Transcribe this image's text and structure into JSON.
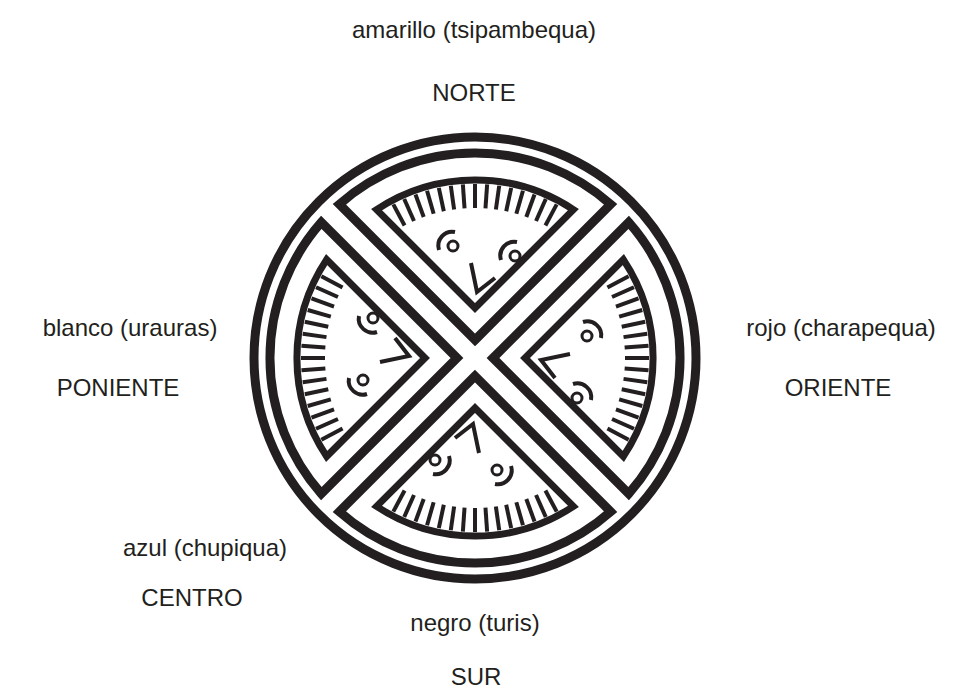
{
  "diagram": {
    "labels": [
      "amarillo (tsipambequa)",
      "NORTE",
      "blanco (urauras)",
      "rojo (charapequa)",
      "PONIENTE",
      "ORIENTE",
      "azul (chupiqua)",
      "CENTRO",
      "negro (turis)",
      "SUR"
    ]
  }
}
